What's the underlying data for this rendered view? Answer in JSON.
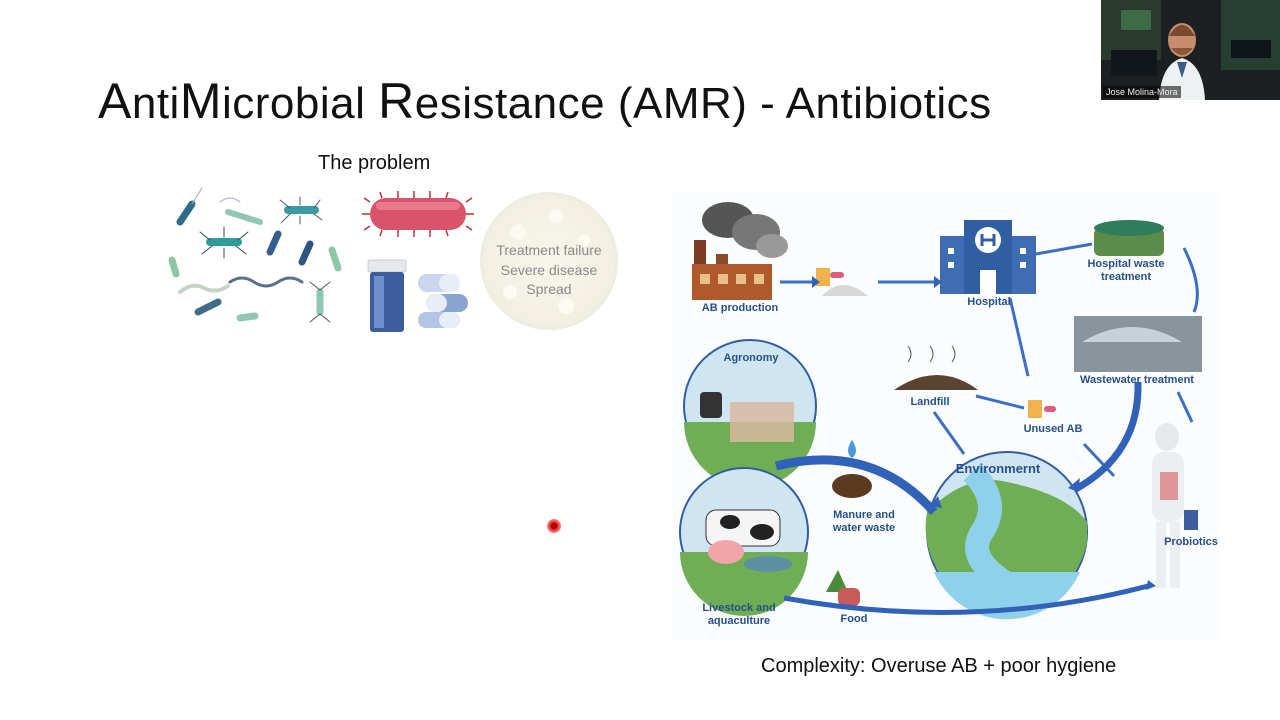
{
  "slide": {
    "title_parts": [
      {
        "text": "A",
        "size": "big"
      },
      {
        "text": "nti",
        "size": "small"
      },
      {
        "text": "M",
        "size": "big"
      },
      {
        "text": "icrobial ",
        "size": "small"
      },
      {
        "text": "R",
        "size": "big"
      },
      {
        "text": "esistance (AMR) - Antibiotics",
        "size": "small"
      }
    ],
    "problem_label": "The problem",
    "petri_lines": [
      "Treatment failure",
      "Severe disease",
      "Spread"
    ],
    "complexity": "Complexity: Overuse AB + poor hygiene"
  },
  "diagram": {
    "labels": {
      "ab_production": "AB production",
      "hospital": "Hospital",
      "hospital_waste_1": "Hospital waste",
      "hospital_waste_2": "treatment",
      "wastewater": "Wastewater treatment",
      "agronomy": "Agronomy",
      "landfill": "Landfill",
      "unused_ab": "Unused AB",
      "environment": "Environmernt",
      "manure_1": "Manure and",
      "manure_2": "water waste",
      "livestock_1": "Livestock and",
      "livestock_2": "aquaculture",
      "food": "Food",
      "probiotics": "Probiotics"
    }
  },
  "video": {
    "participant_name": "Jose Molina-Mora"
  },
  "colors": {
    "label_blue": "#27508a",
    "arrow_blue": "#3a6fc4",
    "pointer_red": "#e53935"
  }
}
